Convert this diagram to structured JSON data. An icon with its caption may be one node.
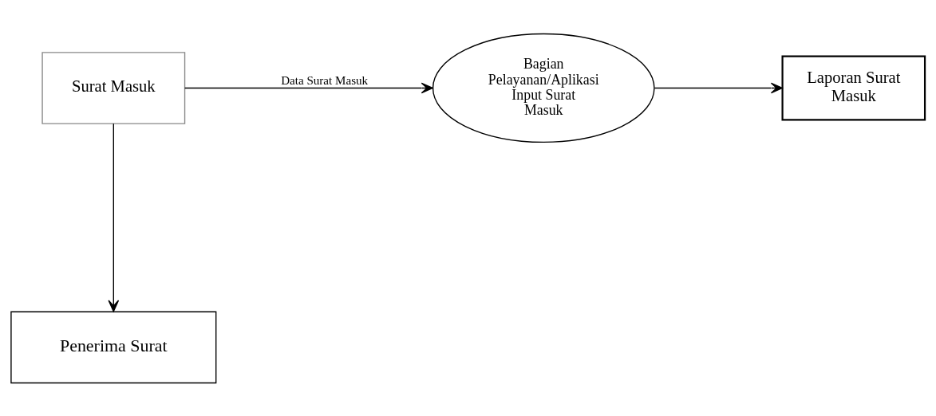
{
  "diagram": {
    "nodes": [
      {
        "text": [
          "Surat Masuk"
        ]
      },
      {
        "text": [
          "Bagian Pelayanan/Aplikasi Input Surat Masuk"
        ]
      },
      {
        "text": [
          "Laporan Surat Masuk"
        ]
      },
      {
        "text": [
          "Penerima Surat"
        ]
      }
    ],
    "edges": [
      {
        "from": 0,
        "to": 1,
        "arrow": "to",
        "label": "Data Surat Masuk"
      },
      {
        "from": 1,
        "to": 2,
        "arrow": "to"
      },
      {
        "from": 0,
        "to": 3,
        "arrow": "to"
      }
    ]
  }
}
